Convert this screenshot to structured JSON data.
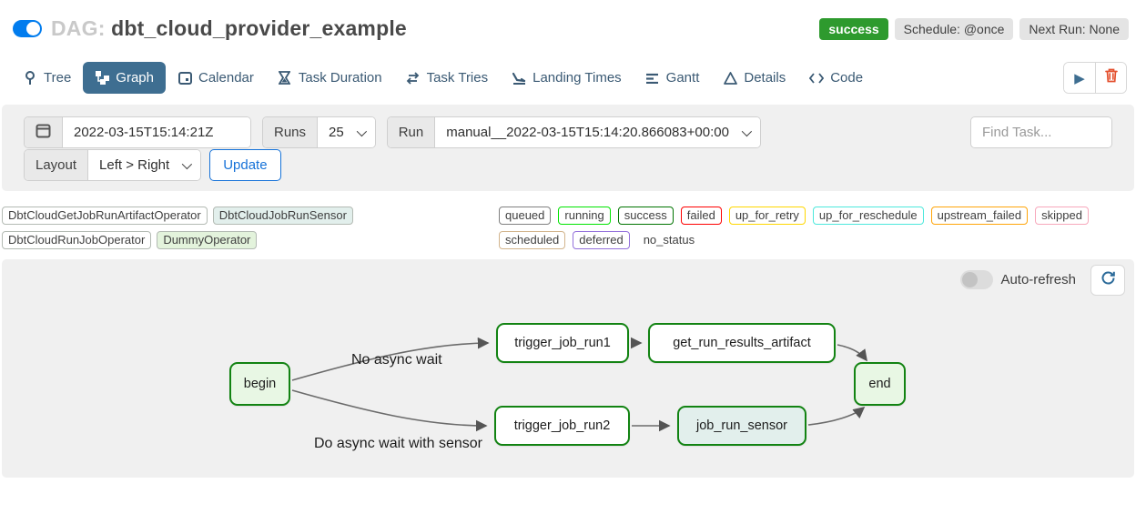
{
  "header": {
    "pause_toggle_state": "on",
    "dag_prefix": "DAG:",
    "dag_id": "dbt_cloud_provider_example",
    "status_badge": "success",
    "status_badge_color": "#2e9a2e",
    "schedule_badge": "Schedule: @once",
    "next_run_badge": "Next Run: None"
  },
  "tabs": [
    {
      "label": "Tree",
      "icon": "tree-icon",
      "active": false
    },
    {
      "label": "Graph",
      "icon": "graph-icon",
      "active": true
    },
    {
      "label": "Calendar",
      "icon": "calendar-icon",
      "active": false
    },
    {
      "label": "Task Duration",
      "icon": "hourglass-icon",
      "active": false
    },
    {
      "label": "Task Tries",
      "icon": "repeat-icon",
      "active": false
    },
    {
      "label": "Landing Times",
      "icon": "landing-icon",
      "active": false
    },
    {
      "label": "Gantt",
      "icon": "gantt-icon",
      "active": false
    },
    {
      "label": "Details",
      "icon": "details-icon",
      "active": false
    },
    {
      "label": "Code",
      "icon": "code-icon",
      "active": false
    }
  ],
  "tab_accent_color": "#3e6e91",
  "actions": {
    "play": "trigger-dag",
    "delete": "delete-dag"
  },
  "filters": {
    "date_value": "2022-03-15T15:14:21Z",
    "runs_label": "Runs",
    "runs_value": "25",
    "run_label": "Run",
    "run_value": "manual__2022-03-15T15:14:20.866083+00:00",
    "find_task_placeholder": "Find Task...",
    "layout_label": "Layout",
    "layout_value": "Left > Right",
    "update_label": "Update"
  },
  "legend": {
    "operators": [
      {
        "label": "DbtCloudGetJobRunArtifactOperator",
        "color": "#ffffff"
      },
      {
        "label": "DbtCloudJobRunSensor",
        "color": "#e2efec"
      },
      {
        "label": "DbtCloudRunJobOperator",
        "color": "#ffffff"
      },
      {
        "label": "DummyOperator",
        "color": "#e3f3dc"
      }
    ],
    "states": [
      {
        "label": "queued",
        "color": "#808080"
      },
      {
        "label": "running",
        "color": "#01e401"
      },
      {
        "label": "success",
        "color": "#017401"
      },
      {
        "label": "failed",
        "color": "#fe0101"
      },
      {
        "label": "up_for_retry",
        "color": "#ffd700"
      },
      {
        "label": "up_for_reschedule",
        "color": "#4de8dc"
      },
      {
        "label": "upstream_failed",
        "color": "#ffa50a"
      },
      {
        "label": "skipped",
        "color": "#f7a8bc"
      },
      {
        "label": "scheduled",
        "color": "#d2b48c"
      },
      {
        "label": "deferred",
        "color": "#9370db"
      },
      {
        "label": "no_status",
        "color": "none"
      }
    ]
  },
  "graph": {
    "auto_refresh_label": "Auto-refresh",
    "auto_refresh_state": "off",
    "node_border_color": "#128312",
    "nodes": [
      {
        "label": "begin",
        "state": "success",
        "operator": "DummyOperator"
      },
      {
        "label": "trigger_job_run1",
        "state": "success",
        "operator": "DbtCloudRunJobOperator"
      },
      {
        "label": "get_run_results_artifact",
        "state": "success",
        "operator": "DbtCloudGetJobRunArtifactOperator"
      },
      {
        "label": "trigger_job_run2",
        "state": "success",
        "operator": "DbtCloudRunJobOperator"
      },
      {
        "label": "job_run_sensor",
        "state": "success",
        "operator": "DbtCloudJobRunSensor"
      },
      {
        "label": "end",
        "state": "success",
        "operator": "DummyOperator"
      }
    ],
    "edge_labels": [
      {
        "text": "No async wait"
      },
      {
        "text": "Do async wait with sensor"
      }
    ]
  }
}
